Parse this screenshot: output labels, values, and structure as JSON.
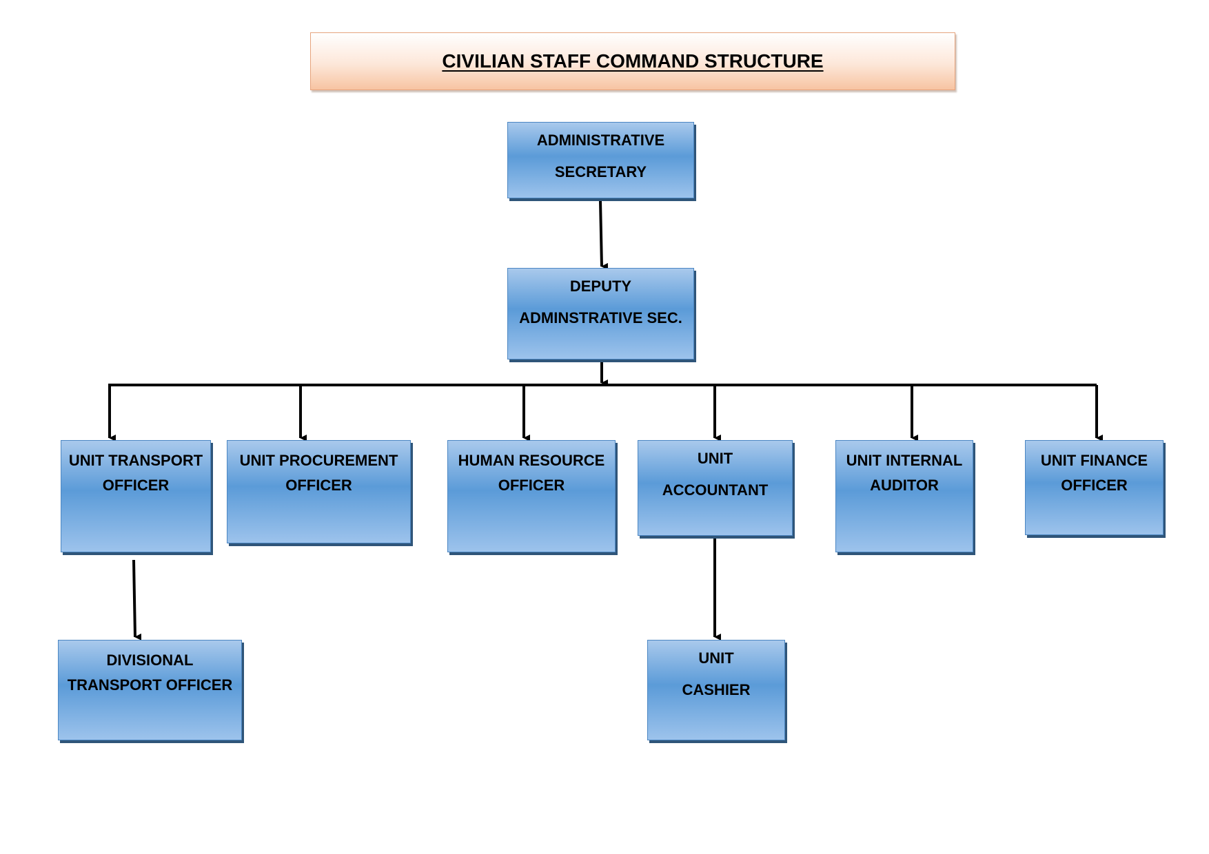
{
  "title": "CIVILIAN STAFF COMMAND STRUCTURE",
  "nodes": {
    "admin_secretary": {
      "line1": "ADMINISTRATIVE",
      "line2": "SECRETARY"
    },
    "deputy_admin": {
      "line1": "DEPUTY",
      "line2": "ADMINSTRATIVE SEC."
    },
    "unit_transport": {
      "line1": "UNIT TRANSPORT",
      "line2": "OFFICER"
    },
    "unit_procurement": {
      "line1": "UNIT PROCUREMENT",
      "line2": "OFFICER"
    },
    "human_resource": {
      "line1": "HUMAN RESOURCE",
      "line2": "OFFICER"
    },
    "unit_accountant": {
      "line1": "UNIT",
      "line2": "ACCOUNTANT"
    },
    "unit_internal_auditor": {
      "line1": "UNIT INTERNAL",
      "line2": "AUDITOR"
    },
    "unit_finance": {
      "line1": "UNIT FINANCE",
      "line2": "OFFICER"
    },
    "divisional_transport": {
      "line1": "DIVISIONAL",
      "line2": "TRANSPORT OFFICER"
    },
    "unit_cashier": {
      "line1": "UNIT",
      "line2": "CASHIER"
    }
  },
  "colors": {
    "box_fill": "#5b9bd8",
    "box_border": "#4b86c2",
    "box_shadow": "#2f5579",
    "title_fill": "#fde7d9",
    "title_border": "#e6a37c",
    "connector": "#000000"
  }
}
